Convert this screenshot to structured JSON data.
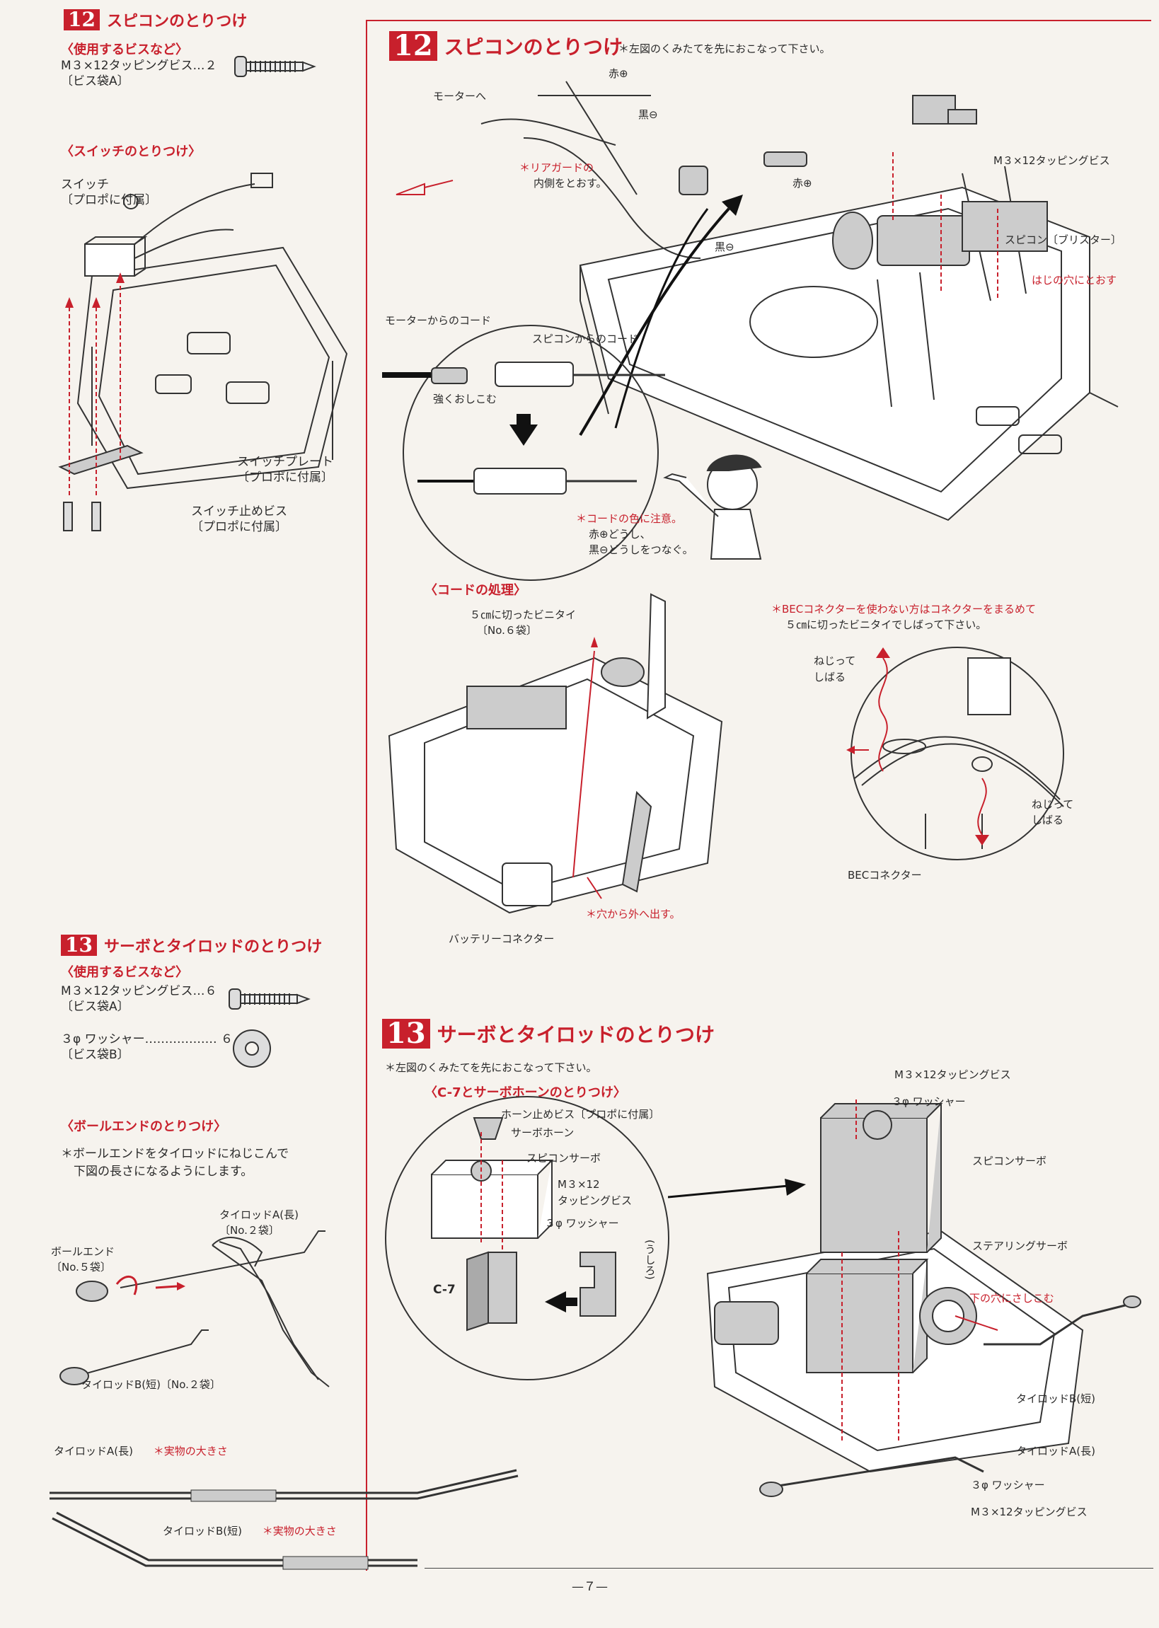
{
  "left_column": {
    "step12": {
      "number": "12",
      "title": "スピコンのとりつけ",
      "parts_header": "〈使用するビスなど〉",
      "parts": [
        {
          "line1": "M３×12タッピングビス…２",
          "line2": "〔ビス袋A〕"
        }
      ],
      "switch_header": "〈スイッチのとりつけ〉",
      "switch_labels": {
        "switch": "スイッチ",
        "switch_note": "〔プロポに付属〕",
        "plate": "スイッチプレート",
        "plate_note": "〔プロポに付属〕",
        "screw": "スイッチ止めビス",
        "screw_note": "〔プロポに付属〕"
      }
    },
    "step13": {
      "number": "13",
      "title": "サーボとタイロッドのとりつけ",
      "parts_header": "〈使用するビスなど〉",
      "parts": [
        {
          "line1": "M３×12タッピングビス…６",
          "line2": "〔ビス袋A〕"
        },
        {
          "line1": "３φ ワッシャー……………… ６",
          "line2": "〔ビス袋B〕"
        }
      ],
      "ballend_header": "〈ボールエンドのとりつけ〉",
      "ballend_note_1": "＊ボールエンドをタイロッドにねじこんで",
      "ballend_note_2": "下図の長さになるようにします。",
      "labels": {
        "rod_a": "タイロッドA(長)",
        "rod_a_bag": "〔No.２袋〕",
        "ballend": "ボールエンド",
        "ballend_bag": "〔No.５袋〕",
        "rod_b": "タイロッドB(短)〔No.２袋〕"
      }
    },
    "actual_size": {
      "rod_a_label": "タイロッドA(長)",
      "rod_a_note": "＊実物の大きさ",
      "rod_b_label": "タイロッドB(短)",
      "rod_b_note": "＊実物の大きさ"
    }
  },
  "right_column": {
    "step12": {
      "number": "12",
      "title": "スピコンのとりつけ",
      "note": "＊左図のくみたてを先におこなって下さい。",
      "labels": {
        "to_motor": "モーターへ",
        "red_plus_1": "赤⊕",
        "black_minus_1": "黒⊖",
        "rear_guard_1": "＊リアガードの",
        "rear_guard_2": "内側をとおす。",
        "red_plus_2": "赤⊕",
        "black_minus_2": "黒⊖",
        "screw": "M３×12タッピングビス",
        "speedcon": "スピコン〔ブリスター〕",
        "edge_hole": "はじの穴にとおす",
        "motor_cord": "モーターからのコード",
        "speedcon_cord": "スピコンからのコード",
        "push_hard": "強くおしこむ",
        "color_note_1": "＊コードの色に注意。",
        "color_note_2": "赤⊕どうし、",
        "color_note_3": "黒⊖どうしをつなぐ。"
      },
      "cord_header": "〈コードの処理〉",
      "cord_labels": {
        "tie": "５㎝に切ったビニタイ",
        "tie_bag": "〔No.６袋〕",
        "out_hole": "＊穴から外へ出す。",
        "battery": "バッテリーコネクター"
      },
      "bec_note_1": "＊BECコネクターを使わない方はコネクターをまるめて",
      "bec_note_2": "５㎝に切ったビニタイでしばって下さい。",
      "bec_labels": {
        "twist_1a": "ねじって",
        "twist_1b": "しばる",
        "twist_2a": "ねじって",
        "twist_2b": "しばる",
        "bec": "BECコネクター"
      }
    },
    "step13": {
      "number": "13",
      "title": "サーボとタイロッドのとりつけ",
      "note": "＊左図のくみたてを先におこなって下さい。",
      "c7_header": "〈C-7とサーボホーンのとりつけ〉",
      "c7_labels": {
        "horn_screw": "ホーン止めビス〔プロポに付属〕",
        "horn": "サーボホーン",
        "speedcon_servo": "スピコンサーボ",
        "screw_1": "M３×12",
        "screw_2": "タッピングビス",
        "washer": "３φ ワッシャー",
        "c7": "C-7",
        "back": "(うしろ)"
      },
      "main_labels": {
        "screw_top": "M３×12タッピングビス",
        "washer_top": "３φ ワッシャー",
        "speedcon_servo": "スピコンサーボ",
        "steering_servo": "ステアリングサーボ",
        "lower_hole": "下の穴にさしこむ",
        "rod_b": "タイロッドB(短)",
        "rod_a": "タイロッドA(長)",
        "washer_bottom": "３φ ワッシャー",
        "screw_bottom": "M３×12タッピングビス"
      }
    }
  },
  "page_number": "—７—"
}
